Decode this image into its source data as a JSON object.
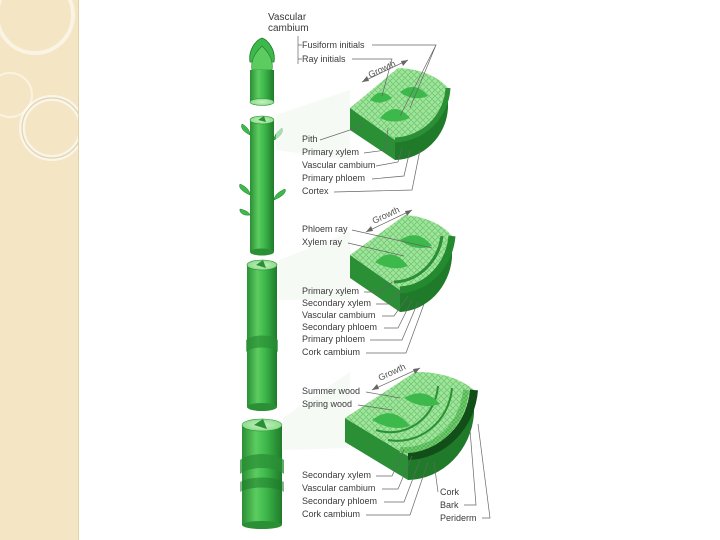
{
  "header": {
    "vascular_cambium": [
      "Vascular",
      "cambium"
    ],
    "fusiform_initials": "Fusiform initials",
    "ray_initials": "Ray initials"
  },
  "growth_label": "Growth",
  "panel1_labels": [
    "Pith",
    "Primary xylem",
    "Vascular cambium",
    "Primary phloem",
    "Cortex"
  ],
  "panel2_top_labels": [
    "Phloem ray",
    "Xylem ray"
  ],
  "panel2_labels": [
    "Primary xylem",
    "Secondary xylem",
    "Vascular cambium",
    "Secondary phloem",
    "Primary phloem",
    "Cork cambium"
  ],
  "panel3_top_labels": [
    "Summer wood",
    "Spring wood"
  ],
  "panel3_labels": [
    "Secondary xylem",
    "Vascular cambium",
    "Secondary phloem",
    "Cork cambium"
  ],
  "panel3_right_labels": [
    "Cork",
    "Bark",
    "Periderm"
  ],
  "colors": {
    "sidebar": "#f4e6c4",
    "stem": "#3db84a",
    "stem_dark": "#2a8f35",
    "stem_light": "#7fd87f",
    "xylem": "#9fe59a",
    "phloem": "#238a2f"
  }
}
